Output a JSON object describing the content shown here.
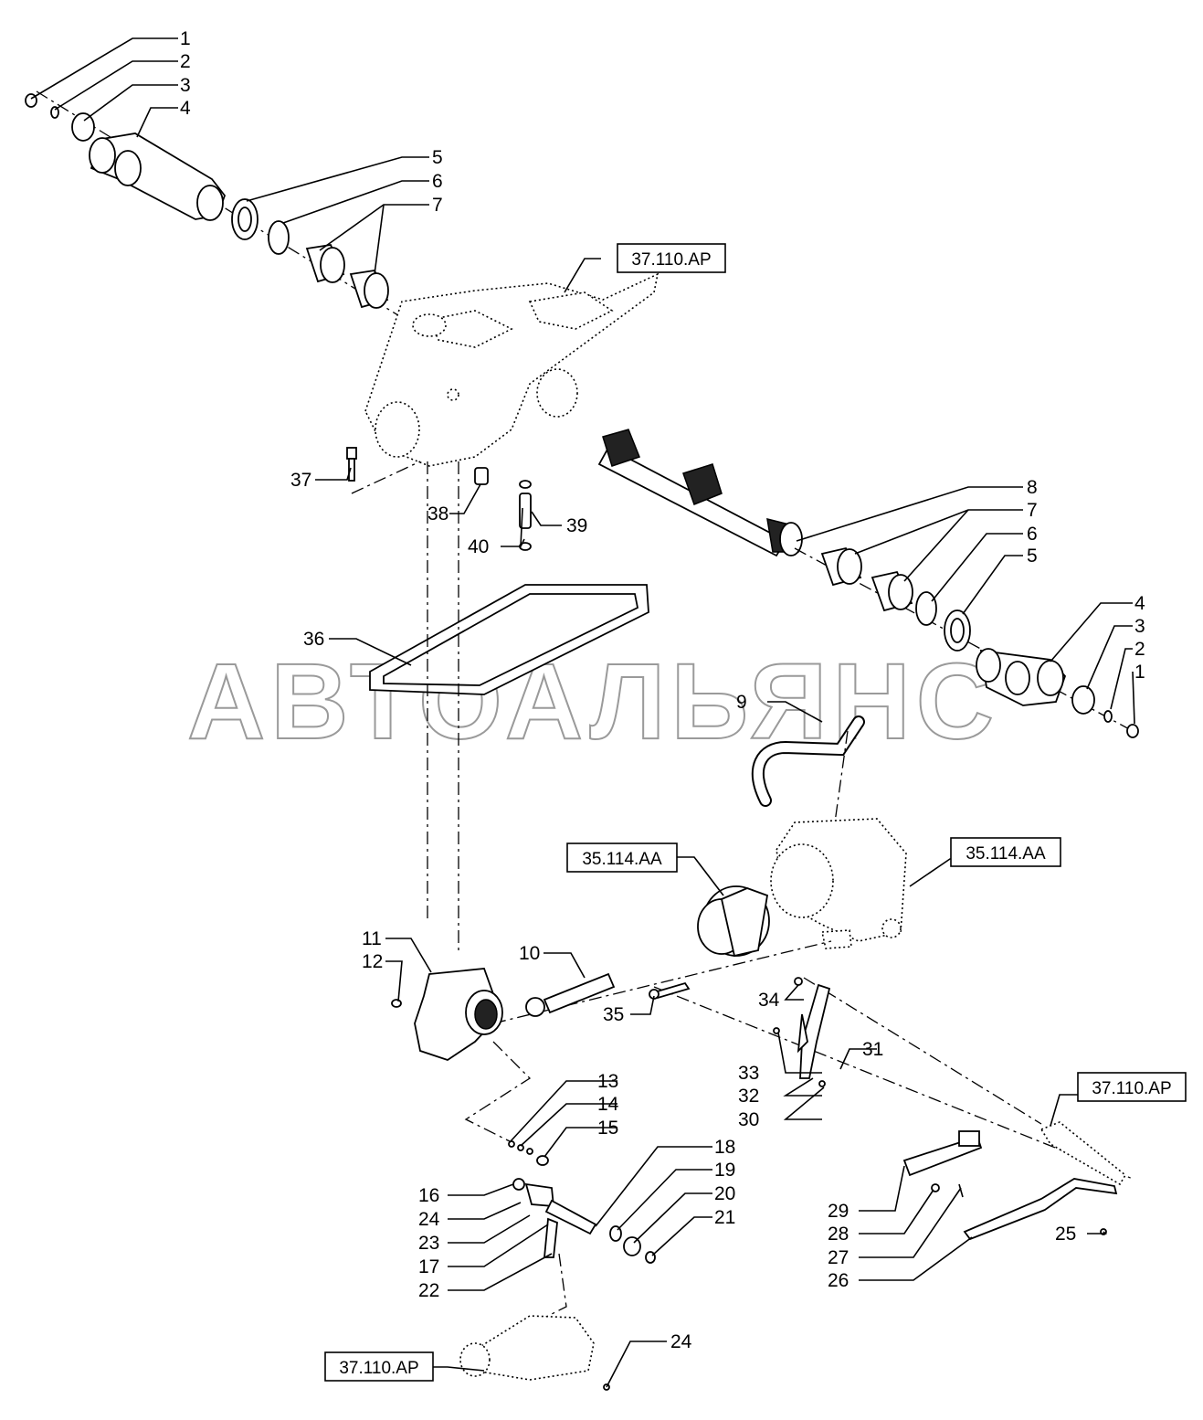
{
  "watermark": "АВТОАЛЬЯНС",
  "references": {
    "ref_top": "37.110.AP",
    "ref_gear": "35.114.AA",
    "ref_housing": "35.114.AA",
    "ref_right": "37.110.AP",
    "ref_bottom": "37.110.AP"
  },
  "callouts": {
    "c1a": "1",
    "c2a": "2",
    "c3a": "3",
    "c4a": "4",
    "c5a": "5",
    "c6a": "6",
    "c7a": "7",
    "c8": "8",
    "c7b": "7",
    "c6b": "6",
    "c5b": "5",
    "c4b": "4",
    "c3b": "3",
    "c2b": "2",
    "c1b": "1",
    "c9": "9",
    "c10": "10",
    "c11": "11",
    "c12": "12",
    "c13": "13",
    "c14": "14",
    "c15": "15",
    "c16": "16",
    "c17": "17",
    "c18": "18",
    "c19": "19",
    "c20": "20",
    "c21": "21",
    "c22": "22",
    "c23": "23",
    "c24a": "24",
    "c24b": "24",
    "c25": "25",
    "c26": "26",
    "c27": "27",
    "c28": "28",
    "c29": "29",
    "c30": "30",
    "c31": "31",
    "c32": "32",
    "c33": "33",
    "c34": "34",
    "c35": "35",
    "c36": "36",
    "c37": "37",
    "c38": "38",
    "c39": "39",
    "c40": "40"
  }
}
